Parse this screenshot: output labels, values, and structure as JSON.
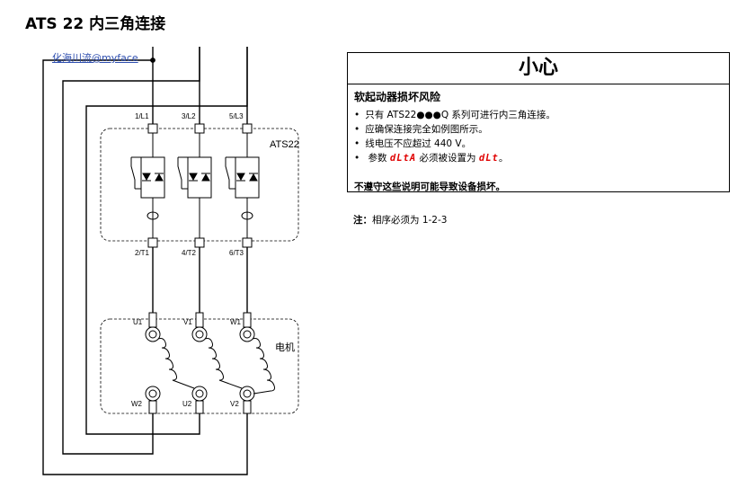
{
  "title": "ATS 22 内三角连接",
  "watermark": "化海川流@myface",
  "diagram": {
    "device_label": "ATS22",
    "motor_label": "电机",
    "input_terminals": [
      "1/L1",
      "3/L2",
      "5/L3"
    ],
    "output_terminals": [
      "2/T1",
      "4/T2",
      "6/T3"
    ],
    "motor_top_terminals": [
      "U1",
      "V1",
      "W1"
    ],
    "motor_bottom_terminals": [
      "W2",
      "U2",
      "V2"
    ]
  },
  "caution": {
    "header": "小心",
    "subtitle": "软起动器损坏风险",
    "items": [
      {
        "text": "只有 ATS22●●●Q 系列可进行内三角连接。"
      },
      {
        "text": "应确保连接完全如例图所示。"
      },
      {
        "text": "线电压不应超过 440 V。"
      },
      {
        "pre": "参数",
        "code1": "dLtA",
        "mid": "必须被设置为",
        "code2": "dLt",
        "post": "。"
      }
    ],
    "footer": "不遵守这些说明可能导致设备损坏。"
  },
  "note": {
    "label": "注：",
    "text": "相序必须为 1-2-3"
  }
}
